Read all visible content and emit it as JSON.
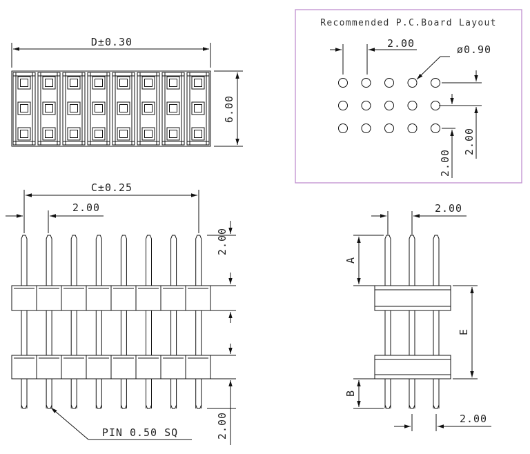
{
  "drawing": {
    "top_view": {
      "width_dim": "D±0.30",
      "height_dim": "6.00"
    },
    "pcb_layout": {
      "title": "Recommended P.C.Board Layout",
      "pitch_h": "2.00",
      "hole_dia": "ø0.90",
      "pitch_v_1": "2.00",
      "pitch_v_2": "2.00",
      "rows": 3,
      "cols": 5
    },
    "front_view": {
      "span_dim": "C±0.25",
      "pitch_dim": "2.00",
      "top_pin_dim": "2.00",
      "bottom_pin_dim": "2.00",
      "pin_note": "PIN 0.50 SQ",
      "pin_count": 8
    },
    "side_view": {
      "pitch_top": "2.00",
      "pitch_bottom": "2.00",
      "dim_a": "A",
      "dim_b": "B",
      "dim_e": "E"
    }
  }
}
